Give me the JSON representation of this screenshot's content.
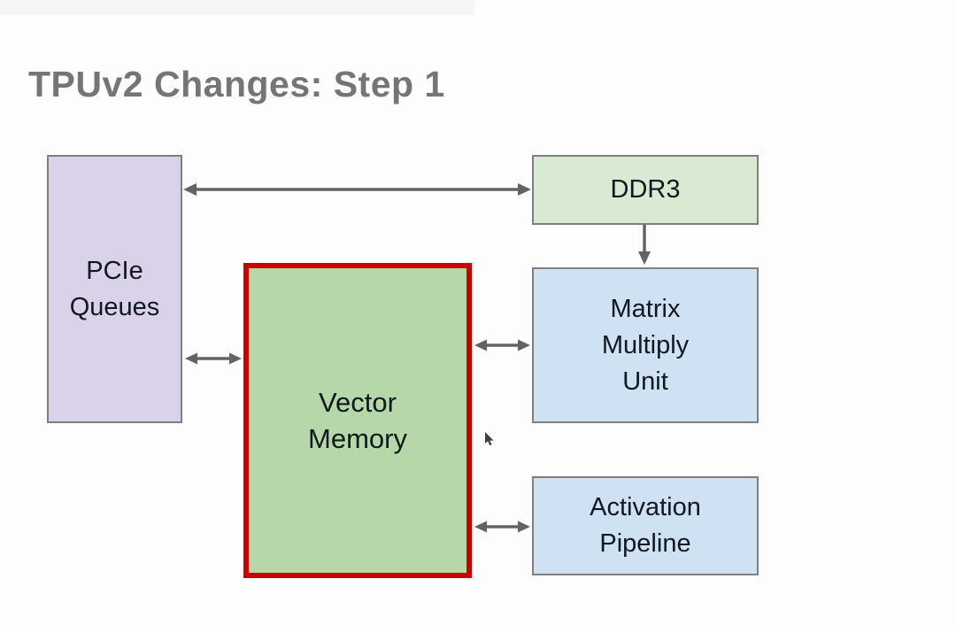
{
  "slide": {
    "title": "TPUv2 Changes: Step 1"
  },
  "nodes": {
    "pcie_queues": {
      "label": "PCIe\nQueues",
      "fill": "#d9d2e9",
      "highlighted": false
    },
    "ddr3": {
      "label": "DDR3",
      "fill": "#d9ead3",
      "highlighted": false
    },
    "vector_memory": {
      "label": "Vector\nMemory",
      "fill": "#b6d7a8",
      "highlighted": true
    },
    "matrix_multiply_unit": {
      "label": "Matrix\nMultiply\nUnit",
      "fill": "#cfe2f3",
      "highlighted": false
    },
    "activation_pipeline": {
      "label": "Activation\nPipeline",
      "fill": "#cfe2f3",
      "highlighted": false
    }
  },
  "edges": [
    {
      "from": "pcie_queues",
      "to": "ddr3",
      "direction": "bidirectional"
    },
    {
      "from": "pcie_queues",
      "to": "vector_memory",
      "direction": "bidirectional"
    },
    {
      "from": "ddr3",
      "to": "matrix_multiply_unit",
      "direction": "one-way"
    },
    {
      "from": "vector_memory",
      "to": "matrix_multiply_unit",
      "direction": "bidirectional"
    },
    {
      "from": "vector_memory",
      "to": "activation_pipeline",
      "direction": "bidirectional"
    }
  ],
  "colors": {
    "pcie_fill": "#d9d2e9",
    "ddr3_fill": "#d9ead3",
    "vector_memory_fill": "#b6d7a8",
    "blue_fill": "#cfe2f3",
    "highlight_border": "#cc0000",
    "box_border": "#7f7f7f",
    "arrow": "#636363",
    "title_text": "#757575"
  }
}
